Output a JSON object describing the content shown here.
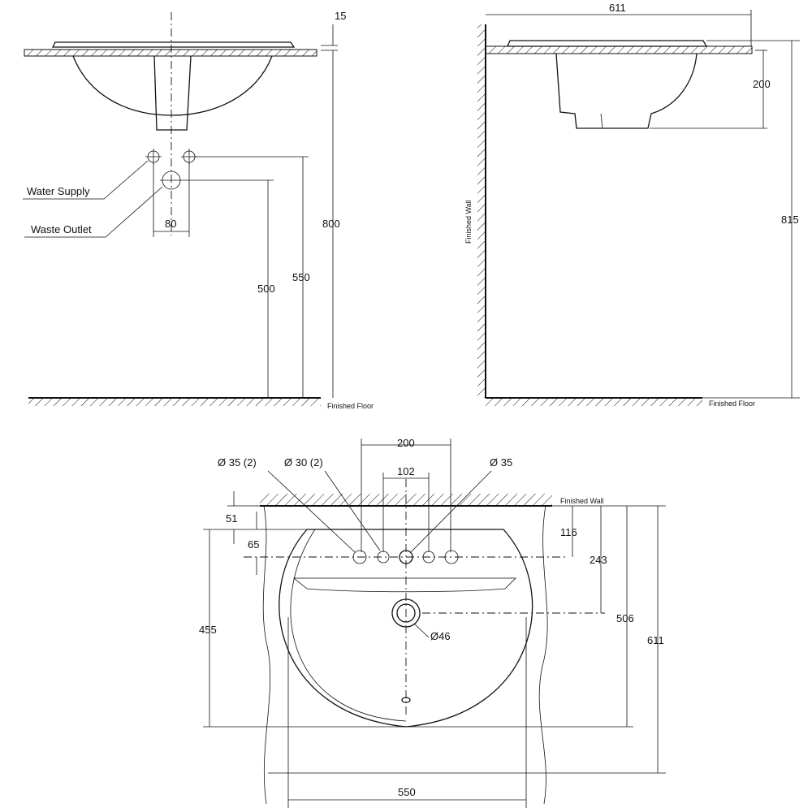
{
  "front_view": {
    "dim_top": "15",
    "dim_total_height": "800",
    "dim_supply_height": "550",
    "dim_waste_height": "500",
    "dim_supply_spacing": "80",
    "label_water_supply": "Water Supply",
    "label_waste_outlet": "Waste Outlet",
    "label_floor": "Finished Floor"
  },
  "side_view": {
    "dim_depth": "611",
    "dim_bowl_depth": "200",
    "dim_height": "815",
    "label_wall": "Finished Wall",
    "label_floor": "Finished Floor"
  },
  "plan_view": {
    "dim_outer_holes": "200",
    "dim_inner_holes": "102",
    "label_hole_35_pair": "Ø 35 (2)",
    "label_hole_30_pair": "Ø 30 (2)",
    "label_hole_35": "Ø 35",
    "label_wall": "Finished Wall",
    "dim_51": "51",
    "dim_65": "65",
    "dim_116": "116",
    "dim_243": "243",
    "dim_455": "455",
    "dim_506": "506",
    "dim_611": "611",
    "label_waste": "Ø46",
    "dim_width": "550"
  }
}
